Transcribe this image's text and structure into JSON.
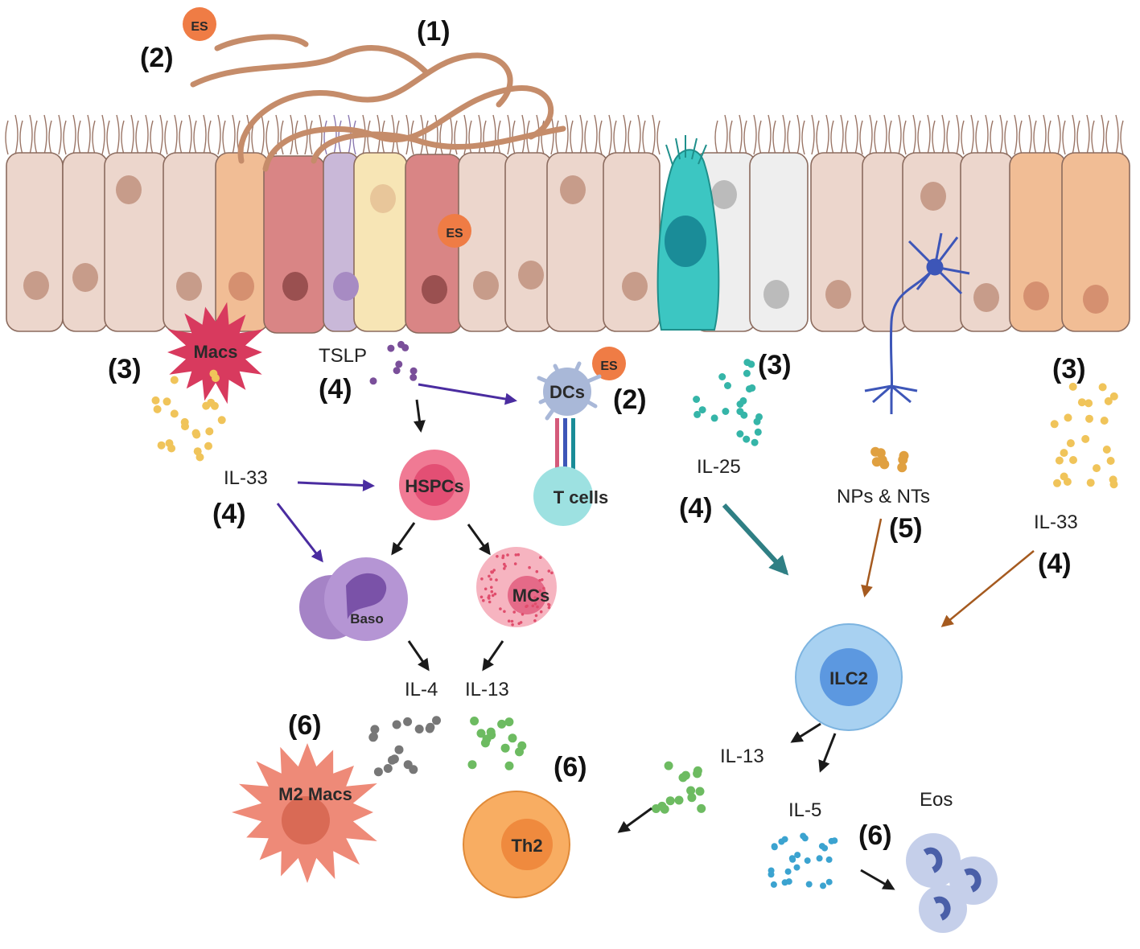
{
  "numbers": {
    "n1_top": "(1)",
    "n2_es_top": "(2)",
    "n2_dcs": "(2)",
    "n3_left": "(3)",
    "n3_mid": "(3)",
    "n3_right": "(3)",
    "n4_tslp": "(4)",
    "n4_il33_left": "(4)",
    "n4_il25": "(4)",
    "n4_il33_right": "(4)",
    "n5": "(5)",
    "n6_m2": "(6)",
    "n6_th2": "(6)",
    "n6_eos": "(6)"
  },
  "labels": {
    "es_top": "ES",
    "es_epithelium": "ES",
    "es_dcs": "ES",
    "macs": "Macs",
    "tslp": "TSLP",
    "dcs": "DCs",
    "t_cells": "T cells",
    "hspcs": "HSPCs",
    "il33_left": "IL-33",
    "il25": "IL-25",
    "nps_nts": "NPs & NTs",
    "il33_right": "IL-33",
    "baso": "Baso",
    "mcs": "MCs",
    "il4": "IL-4",
    "il13_top": "IL-13",
    "ilc2": "ILC2",
    "il13_ilc2": "IL-13",
    "il5": "IL-5",
    "eos": "Eos",
    "m2_macs": "M2 Macs",
    "th2": "Th2"
  },
  "colors": {
    "epithelial_cell": "#ecd6cc",
    "nucleus": "#c79c8a",
    "mast_red_cell": "#d98585",
    "tuft_cell": "#c9b8d8",
    "goblet_cell": "#f7e5b5",
    "neuroendocrine_cyan": "#3cc6c2",
    "white_cell": "#eeeeee",
    "orange_cell": "#f1bd95",
    "es_orange": "#ef7c45",
    "helminth": "#c58c6a",
    "macs_red": "#d83a5e",
    "il33_dots": "#f0c45a",
    "tslp_dots": "#7a4f9a",
    "il25_dots": "#35b5a8",
    "il5_dots": "#3ba3d0",
    "il4_dots": "#777777",
    "il13_dots": "#6dbb61",
    "hspcs_pink": "#f07a94",
    "dcs_blue": "#a9b8d8",
    "t_cell_cyan": "#9de1e1",
    "baso_purple": "#a583c6",
    "mcs_pink": "#f6b4c0",
    "ilc2_blue": "#a8d1f1",
    "th2_orange": "#f8ad62",
    "m2_salmon": "#ee8a78",
    "eos_blue": "#c5cfea",
    "neuron_blue": "#3d56b8",
    "arrow_black": "#1a1a1a",
    "arrow_purple": "#4a2ca0",
    "arrow_teal": "#2f7f84",
    "arrow_brown": "#a55a1f"
  }
}
